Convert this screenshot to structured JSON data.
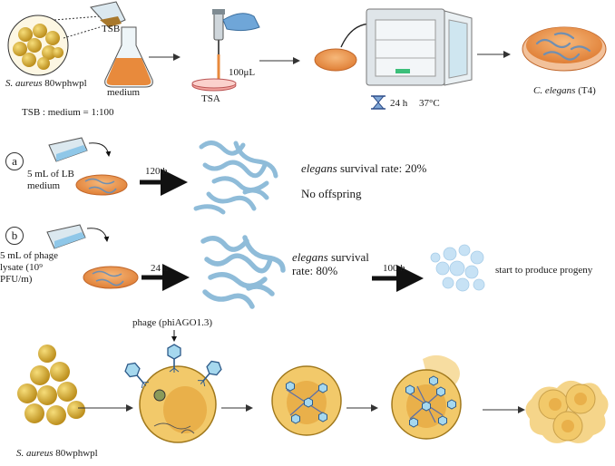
{
  "top": {
    "tsb": "TSB",
    "strain_italic": "S. aureus",
    "strain_rest": "80wphwpl",
    "medium": "medium",
    "ratio": "TSB : medium = 1:100",
    "volume": "100μL",
    "tsa": "TSA",
    "time": "24 h",
    "temp": "37°C",
    "worm_italic": "C. elegans",
    "worm_rest": "(T4)"
  },
  "row_a": {
    "letter": "a",
    "vessel": "5 mL of LB medium",
    "time": "120 h",
    "survival_italic": "elegans",
    "survival_rest": "survival rate: 20%",
    "offspring": "No offspring"
  },
  "row_b": {
    "letter": "b",
    "vessel": "5 mL of phage lysate (10⁹ PFU/m)",
    "time": "24 h",
    "survival_italic": "elegans",
    "survival_rest": "survival rate: 80%",
    "time2": "100 h",
    "progeny": "start to produce progeny"
  },
  "bottom": {
    "phage": "phage (phiAGO1.3)",
    "strain_italic": "S. aureus",
    "strain_rest": "80wphwpl"
  },
  "colors": {
    "bacteria": "#d9b030",
    "medium": "#e88a3c",
    "worm": "#8fbcd9",
    "phage": "#a6d8ee",
    "cell": "#f2c96a",
    "lysis": "#f5d58a"
  },
  "icons": [
    "flask-icon",
    "pipette-icon",
    "petri-dish-icon",
    "incubator-icon",
    "hourglass-icon",
    "arrow-icon",
    "phage-icon",
    "egg-icon",
    "worm-icon"
  ]
}
